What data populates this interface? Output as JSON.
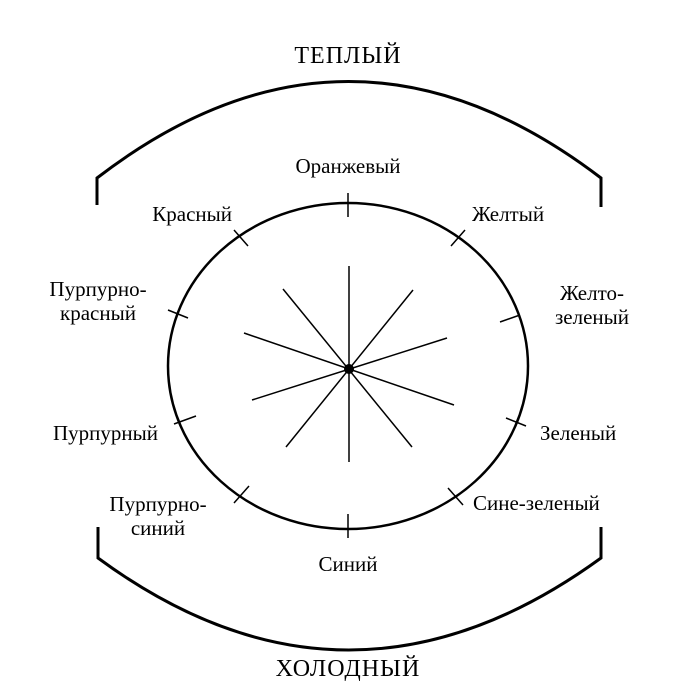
{
  "warm_label": "ТЕПЛЫЙ",
  "cold_label": "ХОЛОДНЫЙ",
  "colors": {
    "orange": "Оранжевый",
    "yellow": "Желтый",
    "yellow_green_1": "Желто-",
    "yellow_green_2": "зеленый",
    "green": "Зеленый",
    "blue_green": "Сине-зеленый",
    "blue": "Синий",
    "purple_blue_1": "Пурпурно-",
    "purple_blue_2": "синий",
    "purple": "Пурпурный",
    "purple_red_1": "Пурпурно-",
    "purple_red_2": "красный",
    "red": "Красный"
  },
  "stroke_color": "#000000"
}
